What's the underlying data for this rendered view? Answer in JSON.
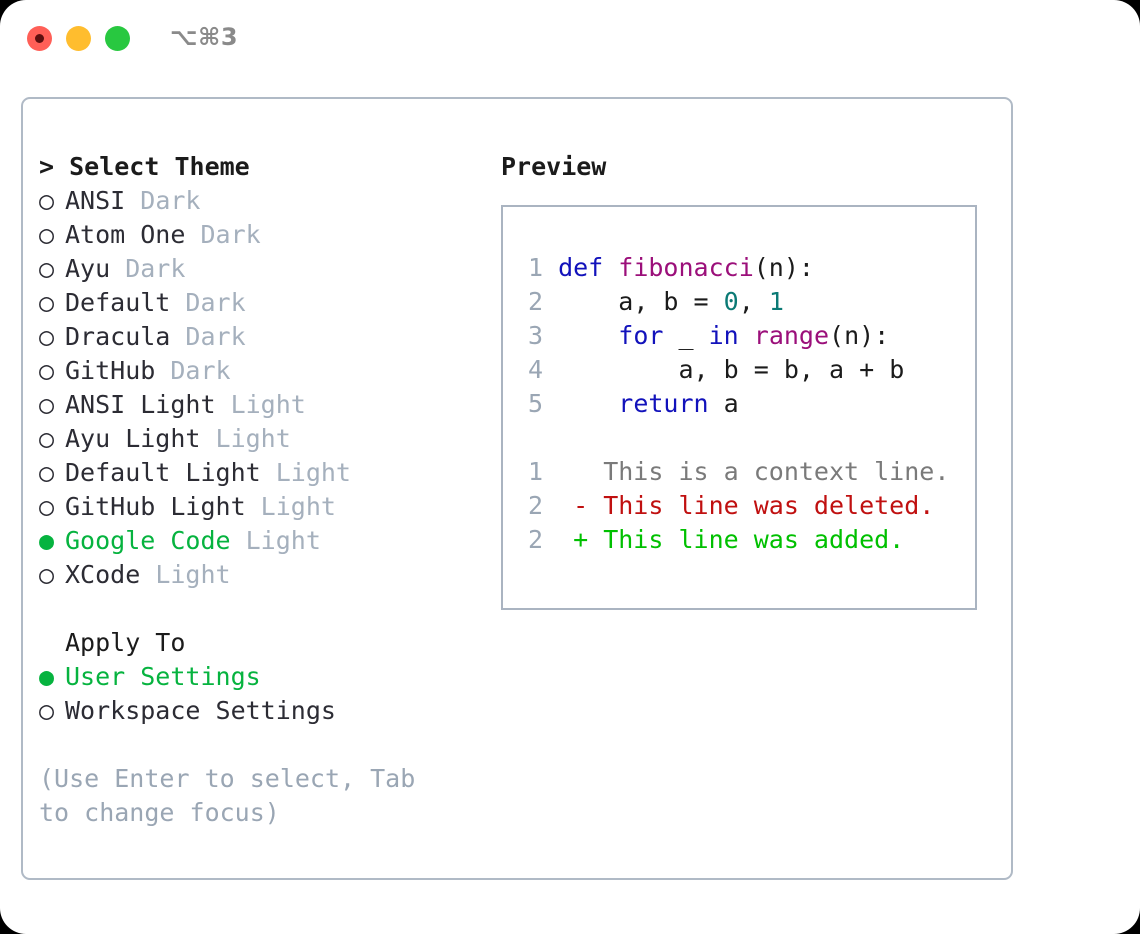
{
  "titlebar": {
    "shortcut": "⌥⌘3",
    "lights": [
      "close",
      "minimize",
      "zoom"
    ]
  },
  "theme_picker": {
    "heading": "> Select Theme",
    "marker_selected": "●",
    "marker_unselected": "○",
    "accent_color": "#06b33f",
    "variant_color": "#a5b0bd",
    "options": [
      {
        "name": "ANSI",
        "variant": "Dark",
        "selected": false
      },
      {
        "name": "Atom One",
        "variant": "Dark",
        "selected": false
      },
      {
        "name": "Ayu",
        "variant": "Dark",
        "selected": false
      },
      {
        "name": "Default",
        "variant": "Dark",
        "selected": false
      },
      {
        "name": "Dracula",
        "variant": "Dark",
        "selected": false
      },
      {
        "name": "GitHub",
        "variant": "Dark",
        "selected": false
      },
      {
        "name": "ANSI Light",
        "variant": "Light",
        "selected": false
      },
      {
        "name": "Ayu Light",
        "variant": "Light",
        "selected": false
      },
      {
        "name": "Default Light",
        "variant": "Light",
        "selected": false
      },
      {
        "name": "GitHub Light",
        "variant": "Light",
        "selected": false
      },
      {
        "name": "Google Code",
        "variant": "Light",
        "selected": true
      },
      {
        "name": "XCode",
        "variant": "Light",
        "selected": false
      }
    ]
  },
  "apply_to": {
    "heading": "Apply To",
    "options": [
      {
        "name": "User Settings",
        "selected": true
      },
      {
        "name": "Workspace Settings",
        "selected": false
      }
    ]
  },
  "hint": "(Use Enter to select, Tab to change focus)",
  "preview": {
    "heading": "Preview",
    "code_lines": [
      {
        "num": "1",
        "tokens": [
          {
            "t": "def ",
            "c": "kw"
          },
          {
            "t": "fibonacci",
            "c": "fn"
          },
          {
            "t": "(n):",
            "c": "pl"
          }
        ]
      },
      {
        "num": "2",
        "tokens": [
          {
            "t": "    a, b = ",
            "c": "pl"
          },
          {
            "t": "0",
            "c": "num"
          },
          {
            "t": ", ",
            "c": "pl"
          },
          {
            "t": "1",
            "c": "num"
          }
        ]
      },
      {
        "num": "3",
        "tokens": [
          {
            "t": "    ",
            "c": "pl"
          },
          {
            "t": "for",
            "c": "kw"
          },
          {
            "t": " _ ",
            "c": "pl"
          },
          {
            "t": "in",
            "c": "kw"
          },
          {
            "t": " ",
            "c": "pl"
          },
          {
            "t": "range",
            "c": "fn"
          },
          {
            "t": "(n):",
            "c": "pl"
          }
        ]
      },
      {
        "num": "4",
        "tokens": [
          {
            "t": "        a, b = b, a + b",
            "c": "pl"
          }
        ]
      },
      {
        "num": "5",
        "tokens": [
          {
            "t": "    ",
            "c": "pl"
          },
          {
            "t": "return",
            "c": "kw"
          },
          {
            "t": " a",
            "c": "pl"
          }
        ]
      }
    ],
    "diff_lines": [
      {
        "num": "1",
        "marker": "  ",
        "text": "This is a context line.",
        "kind": "ctx"
      },
      {
        "num": "2",
        "marker": "- ",
        "text": "This line was deleted.",
        "kind": "del"
      },
      {
        "num": "2",
        "marker": "+ ",
        "text": "This line was added.",
        "kind": "add"
      }
    ]
  }
}
